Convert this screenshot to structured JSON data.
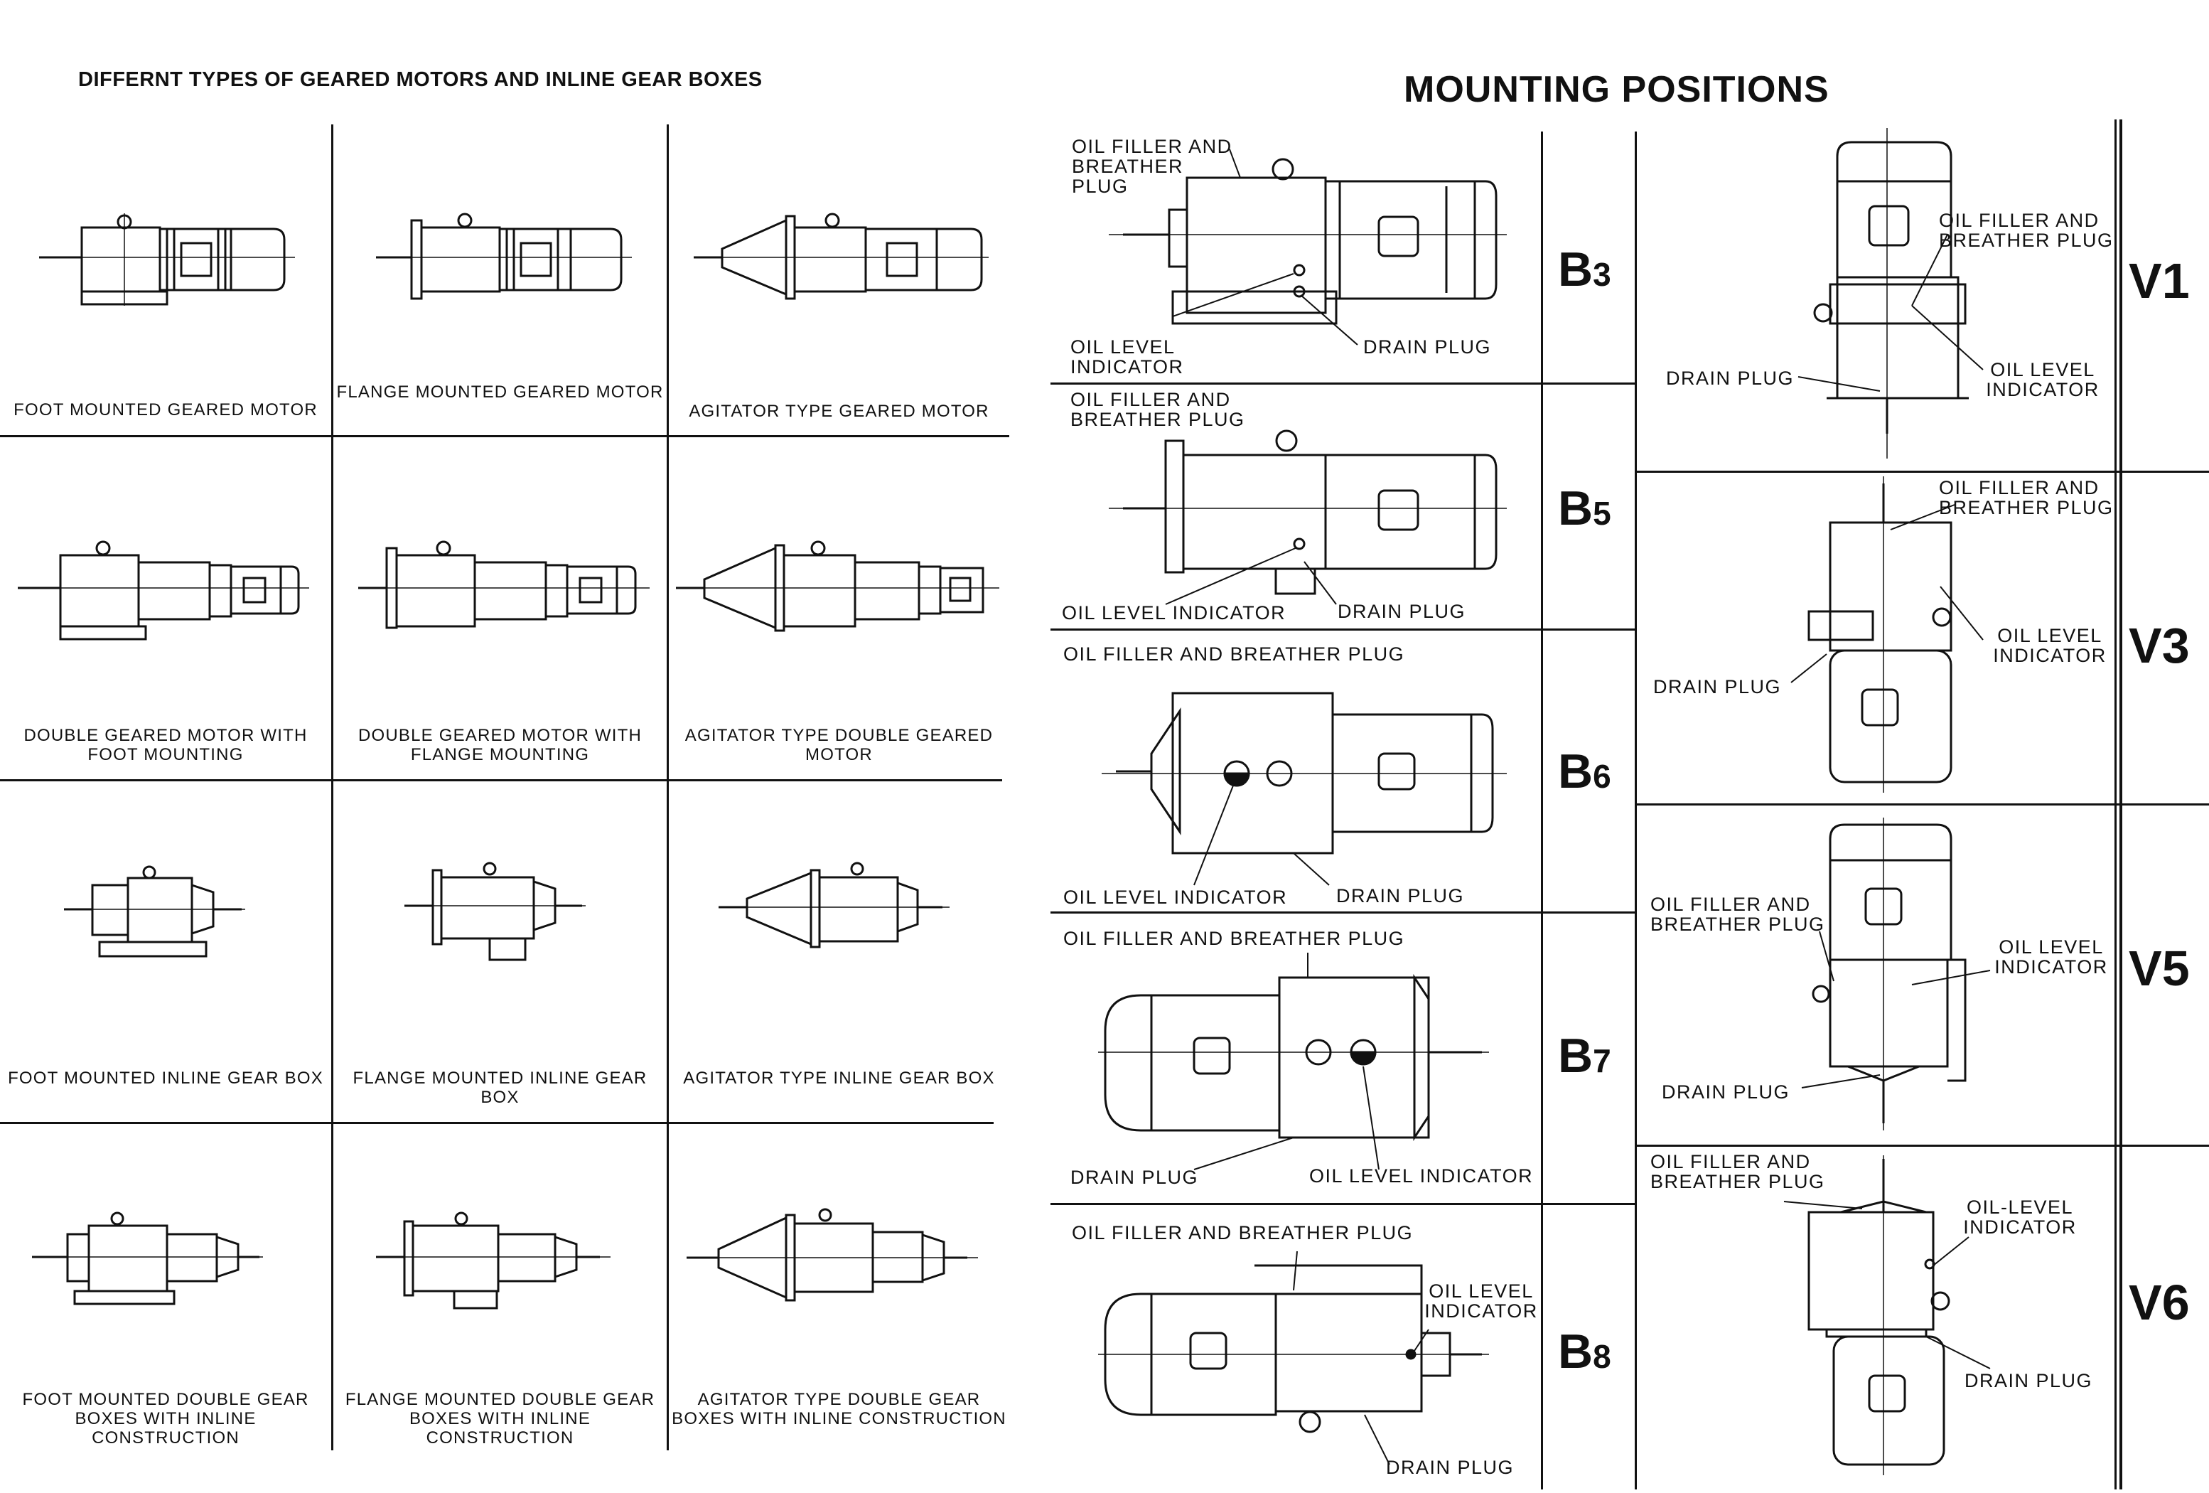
{
  "left": {
    "title": "DIFFERNT TYPES OF GEARED MOTORS AND INLINE GEAR BOXES",
    "cells": [
      {
        "caption": "FOOT MOUNTED GEARED MOTOR",
        "icon": "foot-geared-motor"
      },
      {
        "caption": "FLANGE MOUNTED GEARED MOTOR",
        "icon": "flange-geared-motor"
      },
      {
        "caption": "AGITATOR TYPE GEARED MOTOR",
        "icon": "agitator-geared-motor"
      },
      {
        "caption": "DOUBLE GEARED MOTOR WITH FOOT MOUNTING",
        "icon": "double-foot-geared-motor"
      },
      {
        "caption": "DOUBLE GEARED MOTOR WITH FLANGE MOUNTING",
        "icon": "double-flange-geared-motor"
      },
      {
        "caption": "AGITATOR TYPE DOUBLE GEARED MOTOR",
        "icon": "agitator-double-geared-motor"
      },
      {
        "caption": "FOOT MOUNTED INLINE GEAR BOX",
        "icon": "foot-inline-gearbox"
      },
      {
        "caption": "FLANGE MOUNTED INLINE GEAR BOX",
        "icon": "flange-inline-gearbox"
      },
      {
        "caption": "AGITATOR TYPE INLINE GEAR BOX",
        "icon": "agitator-inline-gearbox"
      },
      {
        "caption": "FOOT MOUNTED DOUBLE GEAR BOXES WITH INLINE CONSTRUCTION",
        "icon": "foot-double-inline-gearbox"
      },
      {
        "caption": "FLANGE MOUNTED DOUBLE GEAR BOXES WITH INLINE CONSTRUCTION",
        "icon": "flange-double-inline-gearbox"
      },
      {
        "caption": "AGITATOR TYPE DOUBLE GEAR BOXES WITH INLINE CONSTRUCTION",
        "icon": "agitator-double-inline-gearbox"
      }
    ]
  },
  "right": {
    "title": "MOUNTING POSITIONS",
    "horizontal": [
      {
        "code": "B",
        "num": "3",
        "labels": [
          "OIL FILLER AND BREATHER PLUG",
          "OIL LEVEL INDICATOR",
          "DRAIN PLUG"
        ]
      },
      {
        "code": "B",
        "num": "5",
        "labels": [
          "OIL FILLER AND BREATHER PLUG",
          "OIL LEVEL INDICATOR",
          "DRAIN PLUG"
        ]
      },
      {
        "code": "B",
        "num": "6",
        "labels": [
          "OIL FILLER AND BREATHER PLUG",
          "OIL LEVEL INDICATOR",
          "DRAIN PLUG"
        ]
      },
      {
        "code": "B",
        "num": "7",
        "labels": [
          "OIL FILLER AND BREATHER PLUG",
          "DRAIN PLUG",
          "OIL LEVEL INDICATOR"
        ]
      },
      {
        "code": "B",
        "num": "8",
        "labels": [
          "OIL FILLER AND BREATHER PLUG",
          "OIL LEVEL INDICATOR",
          "DRAIN PLUG"
        ]
      }
    ],
    "vertical": [
      {
        "code": "V1",
        "labels": [
          "OIL FILLER AND BREATHER PLUG",
          "DRAIN PLUG",
          "OIL LEVEL INDICATOR"
        ]
      },
      {
        "code": "V3",
        "labels": [
          "OIL FILLER AND BREATHER PLUG",
          "OIL LEVEL INDICATOR",
          "DRAIN PLUG"
        ]
      },
      {
        "code": "V5",
        "labels": [
          "OIL FILLER AND BREATHER PLUG",
          "OIL LEVEL INDICATOR",
          "DRAIN PLUG"
        ]
      },
      {
        "code": "V6",
        "labels": [
          "OIL FILLER AND BREATHER PLUG",
          "OIL-LEVEL INDICATOR",
          "DRAIN PLUG"
        ]
      }
    ]
  }
}
